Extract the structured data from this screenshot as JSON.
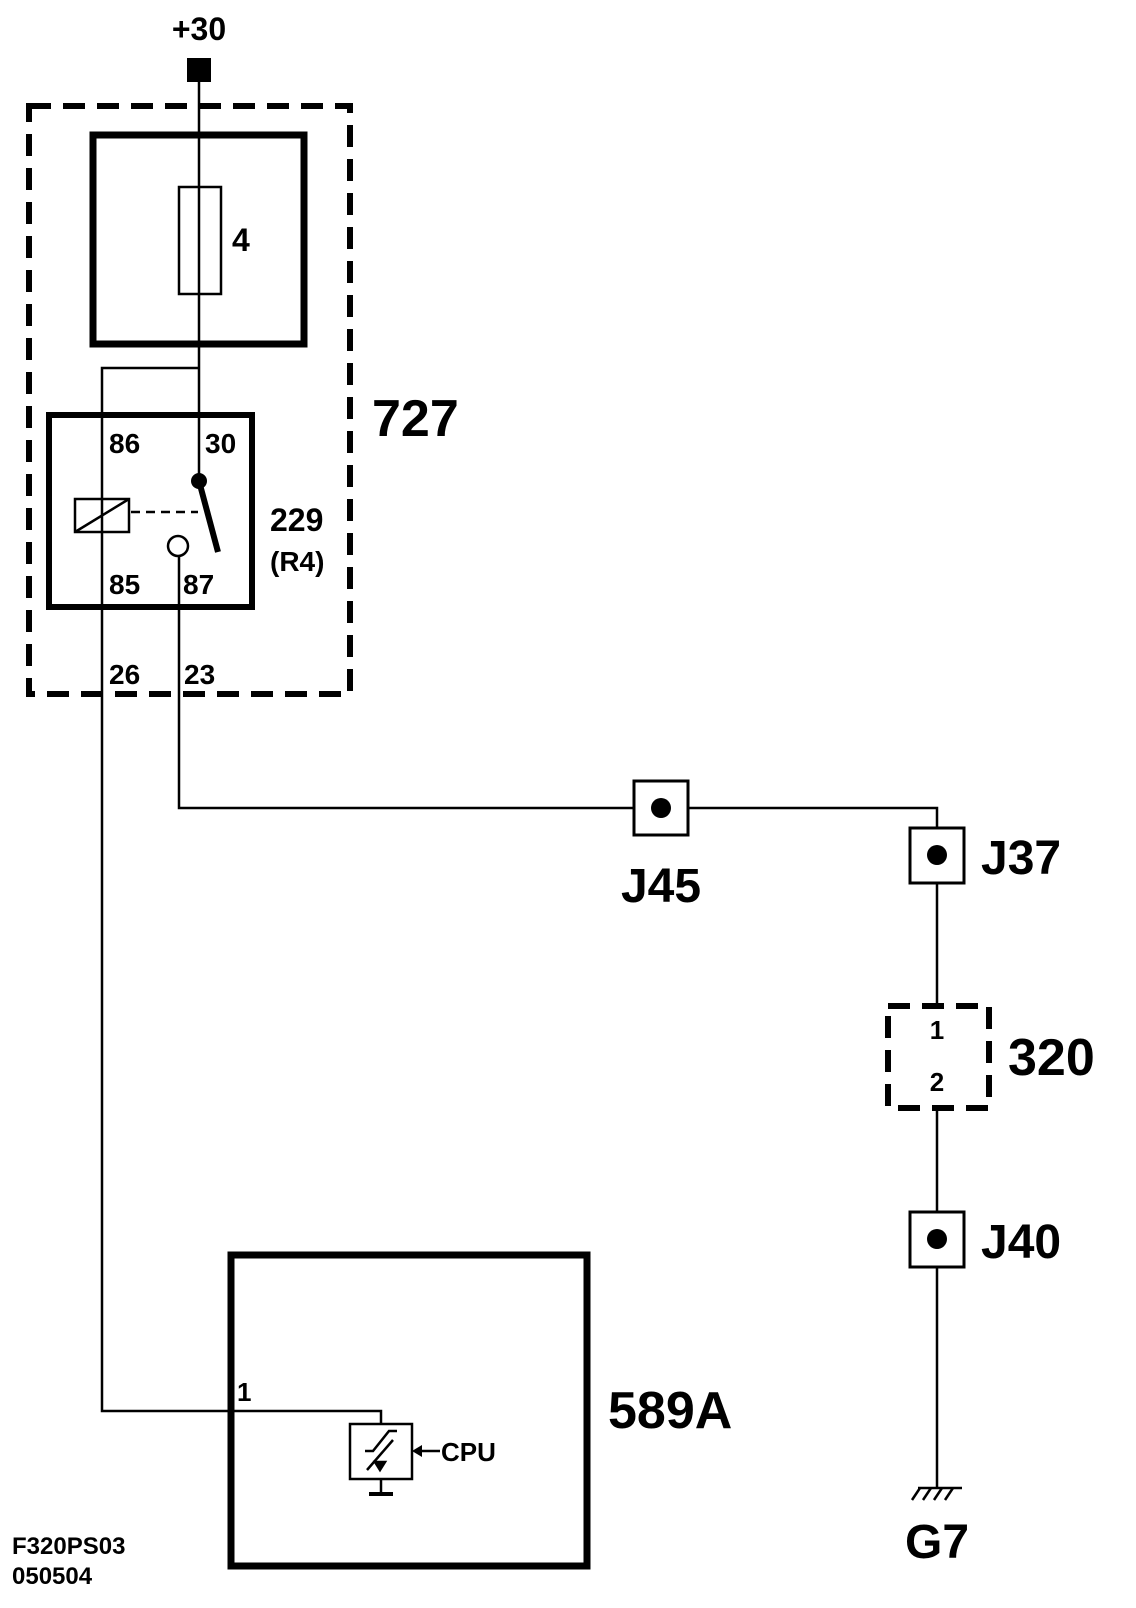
{
  "diagram": {
    "supply": {
      "label": "+30"
    },
    "module_727": {
      "label": "727"
    },
    "fuse": {
      "label": "4"
    },
    "relay": {
      "label": "229",
      "sublabel": "(R4)",
      "pin_86": "86",
      "pin_30": "30",
      "pin_85": "85",
      "pin_87": "87"
    },
    "module_pins": {
      "pin_26": "26",
      "pin_23": "23"
    },
    "junctions": {
      "j45": "J45",
      "j37": "J37",
      "j40": "J40"
    },
    "component_320": {
      "label": "320",
      "pin_1": "1",
      "pin_2": "2"
    },
    "ground": {
      "label": "G7"
    },
    "module_589a": {
      "label": "589A",
      "pin_1": "1",
      "cpu_label": "CPU"
    },
    "footer": {
      "code": "F320PS03",
      "date": "050504"
    }
  }
}
